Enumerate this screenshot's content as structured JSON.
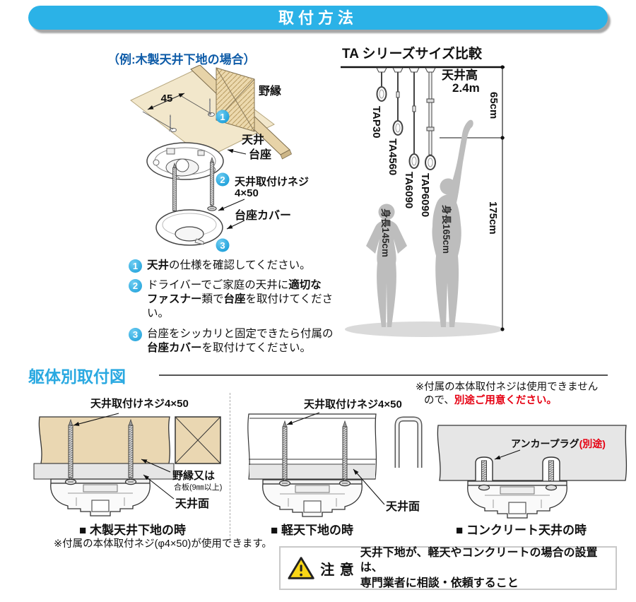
{
  "banner": {
    "title": "取付方法"
  },
  "install": {
    "example_title": "（例:木製天井下地の場合）",
    "dim_45": "45",
    "labels": {
      "nobuchi": "野縁",
      "ceiling": "天井",
      "base": "台座",
      "screw1": "天井取付けネジ",
      "screw2": "4×50",
      "cover": "台座カバー"
    },
    "steps": [
      {
        "num": "1",
        "lines": [
          [
            {
              "t": "天井"
            },
            {
              "t": "の仕様を確認してください。"
            }
          ]
        ]
      },
      {
        "num": "2",
        "lines": [
          [
            {
              "t": "ドライバーでご家庭の天井に"
            },
            {
              "t": "適切な"
            }
          ],
          [
            {
              "t": "ファスナー"
            },
            {
              "t": "類で"
            },
            {
              "t": "台座"
            },
            {
              "t": "を取付けてください。"
            }
          ]
        ]
      },
      {
        "num": "3",
        "lines": [
          [
            {
              "t": "台座をシッカリと固定できたら付属の"
            }
          ],
          [
            {
              "t": "台座カバー"
            },
            {
              "t": "を取付けてください。"
            }
          ]
        ]
      }
    ]
  },
  "comparison": {
    "title": "TA シリーズサイズ比較",
    "ceiling_label": "天井高",
    "ceiling_value": "2.4m",
    "dim_upper": "65cm",
    "dim_lower": "175cm",
    "products": [
      "TAP30",
      "TA4560",
      "TA6090",
      "TAP6090"
    ],
    "figures": [
      {
        "label": "身長145cm"
      },
      {
        "label": "身長165cm"
      }
    ]
  },
  "mounting": {
    "section_title": "躯体別取付図",
    "wood": {
      "screw_label": "天井取付けネジ4×50",
      "joist_label": "野縁又は",
      "plywood_label": "合板(9㎜以上)",
      "surface_label": "天井面",
      "caption": "■ 木製天井下地の時",
      "note": "※付属の本体取付ネジ(φ4×50)が使用できます。"
    },
    "steel": {
      "screw_label": "天井取付けネジ4×50",
      "surface_label": "天井面",
      "caption": "■ 軽天下地の時"
    },
    "concrete": {
      "note1": "※付属の本体取付ネジは使用できません",
      "note2_black": "ので、",
      "note2_red": "別途ご用意ください。",
      "anchor_black": "アンカープラグ",
      "anchor_red": "(別途)",
      "caption": "■ コンクリート天井の時"
    }
  },
  "caution": {
    "label": "注 意",
    "line1": "天井下地が、軽天やコンクリートの場合の設置は、",
    "line2": "専門業者に相談・依頼すること"
  },
  "colors": {
    "accent_cyan": "#29abe2",
    "heading_blue": "#0f5ca8",
    "alert_red": "#e60012",
    "wood_beige": "#ead7b2",
    "silhouette_gray": "#bdbdbd"
  }
}
